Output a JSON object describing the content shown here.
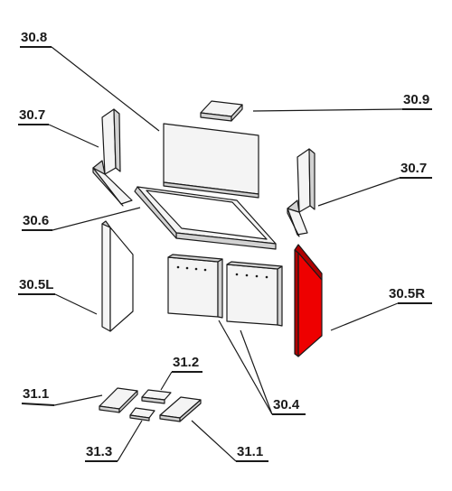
{
  "diagram": {
    "highlight_color": "#ee0000",
    "highlight_dark_color": "#b00000",
    "labels": {
      "p30_8": "30.8",
      "p30_9": "30.9",
      "p30_7_left": "30.7",
      "p30_7_right": "30.7",
      "p30_6": "30.6",
      "p30_5L": "30.5L",
      "p30_5R": "30.5R",
      "p30_4": "30.4",
      "p31_2": "31.2",
      "p31_1_left": "31.1",
      "p31_1_right": "31.1",
      "p31_3": "31.3"
    }
  }
}
